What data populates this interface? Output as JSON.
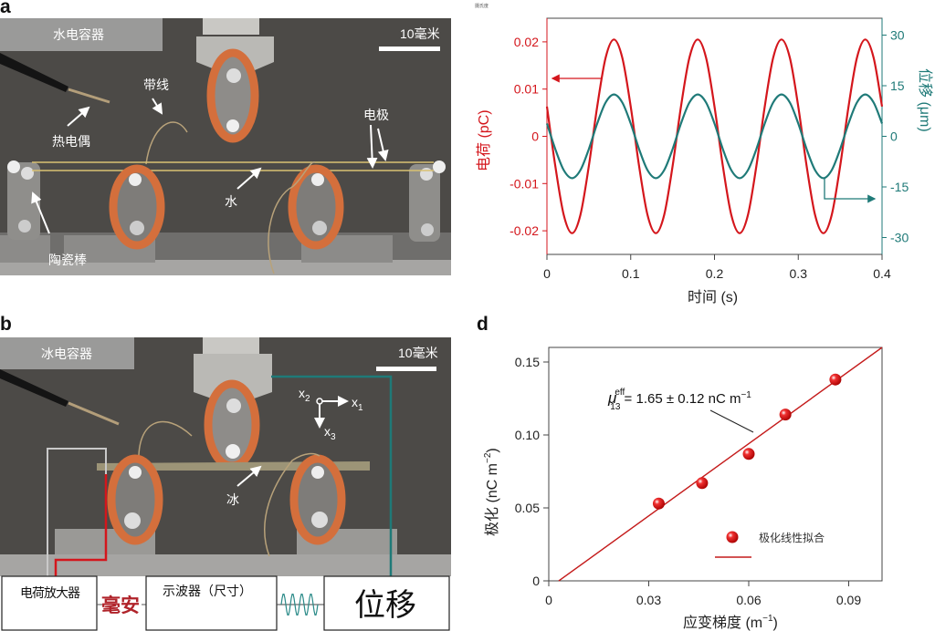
{
  "figure": {
    "top_note": "摄氏度"
  },
  "panel_a": {
    "label": "a",
    "title": "水电容器",
    "scale_bar": "10毫米",
    "annotations": {
      "ribbon_wire": "带线",
      "thermocouple": "热电偶",
      "electrode": "电极",
      "water": "水",
      "ceramic_rod": "陶瓷棒"
    }
  },
  "panel_b": {
    "label": "b",
    "title": "冰电容器",
    "scale_bar": "10毫米",
    "ice": "冰",
    "axes": {
      "x": "x",
      "x1": "1",
      "x2": "2",
      "x3": "3"
    },
    "blocks": {
      "charge_amplifier": "电荷放大器",
      "milliamp": "毫安",
      "oscilloscope": "示波器（尺寸）",
      "displacement": "位移"
    }
  },
  "panel_d": {
    "label": "d"
  },
  "colors": {
    "charge": "#d4161c",
    "displacement": "#1f7a78",
    "fit": "#c41a1a"
  },
  "chart_data": [
    {
      "type": "line",
      "xlabel": "时间 (s)",
      "ylabel_left": "电荷 (pC)",
      "ylabel_right": "位移 (μm)",
      "xlim": [
        0,
        0.4
      ],
      "ylim_left": [
        -0.025,
        0.025
      ],
      "ylim_right": [
        -35,
        35
      ],
      "xticks": [
        "0",
        "0.1",
        "0.2",
        "0.3",
        "0.4"
      ],
      "yticks_left": [
        "0.02",
        "0.01",
        "0",
        "-0.01",
        "-0.02"
      ],
      "yticks_right": [
        "30",
        "15",
        "0",
        "-15",
        "-30"
      ],
      "grid": false,
      "x": [
        0,
        0.01,
        0.02,
        0.03,
        0.04,
        0.05,
        0.06,
        0.07,
        0.08,
        0.09,
        0.1,
        0.11,
        0.12,
        0.13,
        0.14,
        0.15,
        0.16,
        0.17,
        0.18,
        0.19,
        0.2,
        0.21,
        0.22,
        0.23,
        0.24,
        0.25,
        0.26,
        0.27,
        0.28,
        0.29,
        0.3,
        0.31,
        0.32,
        0.33,
        0.34,
        0.35,
        0.36,
        0.37,
        0.38,
        0.39,
        0.4
      ],
      "series": [
        {
          "axis": "left",
          "color": "#d4161c",
          "values": [
            0.0063,
            -0.0063,
            -0.0166,
            -0.0205,
            -0.0166,
            -0.0063,
            0.0063,
            0.0166,
            0.0205,
            0.0166,
            0.0063,
            -0.0063,
            -0.0166,
            -0.0205,
            -0.0166,
            -0.0063,
            0.0063,
            0.0166,
            0.0205,
            0.0166,
            0.0063,
            -0.0063,
            -0.0166,
            -0.0205,
            -0.0166,
            -0.0063,
            0.0063,
            0.0166,
            0.0205,
            0.0166,
            0.0063,
            -0.0063,
            -0.0166,
            -0.0205,
            -0.0166,
            -0.0063,
            0.0063,
            0.0166,
            0.0205,
            0.0166,
            0.0063
          ]
        },
        {
          "axis": "right",
          "color": "#1f7a78",
          "values": [
            3.8,
            -3.8,
            -10.0,
            -12.4,
            -10.0,
            -3.8,
            3.8,
            10.0,
            12.4,
            10.0,
            3.8,
            -3.8,
            -10.0,
            -12.4,
            -10.0,
            -3.8,
            3.8,
            10.0,
            12.4,
            10.0,
            3.8,
            -3.8,
            -10.0,
            -12.4,
            -10.0,
            -3.8,
            3.8,
            10.0,
            12.4,
            10.0,
            3.8,
            -3.8,
            -10.0,
            -12.4,
            -10.0,
            -3.8,
            3.8,
            10.0,
            12.4,
            10.0,
            3.8
          ]
        }
      ]
    },
    {
      "type": "scatter",
      "xlabel": "应变梯度 (m",
      "xlabel_sup": "−1",
      "xlabel_end": ")",
      "ylabel": "极化 (nC m",
      "ylabel_sup": "−2",
      "ylabel_end": ")",
      "xlim": [
        0,
        0.1
      ],
      "ylim": [
        0,
        0.16
      ],
      "xticks": [
        "0",
        "0.03",
        "0.06",
        "0.09"
      ],
      "yticks": [
        "0",
        "0.05",
        "0.10",
        "0.15"
      ],
      "grid": false,
      "points": [
        [
          0.033,
          0.053
        ],
        [
          0.046,
          0.067
        ],
        [
          0.06,
          0.087
        ],
        [
          0.071,
          0.114
        ],
        [
          0.086,
          0.138
        ]
      ],
      "fit_line": [
        [
          0.003,
          0
        ],
        [
          0.1,
          0.16
        ]
      ],
      "legend": {
        "label": "极化线性拟合",
        "placement": "bottom-right"
      },
      "annotation": {
        "symbol": "μ",
        "sup": "eff",
        "sub": "13",
        "text": " = 1.65 ± 0.12 nC m",
        "text_sup": "−1"
      }
    }
  ]
}
